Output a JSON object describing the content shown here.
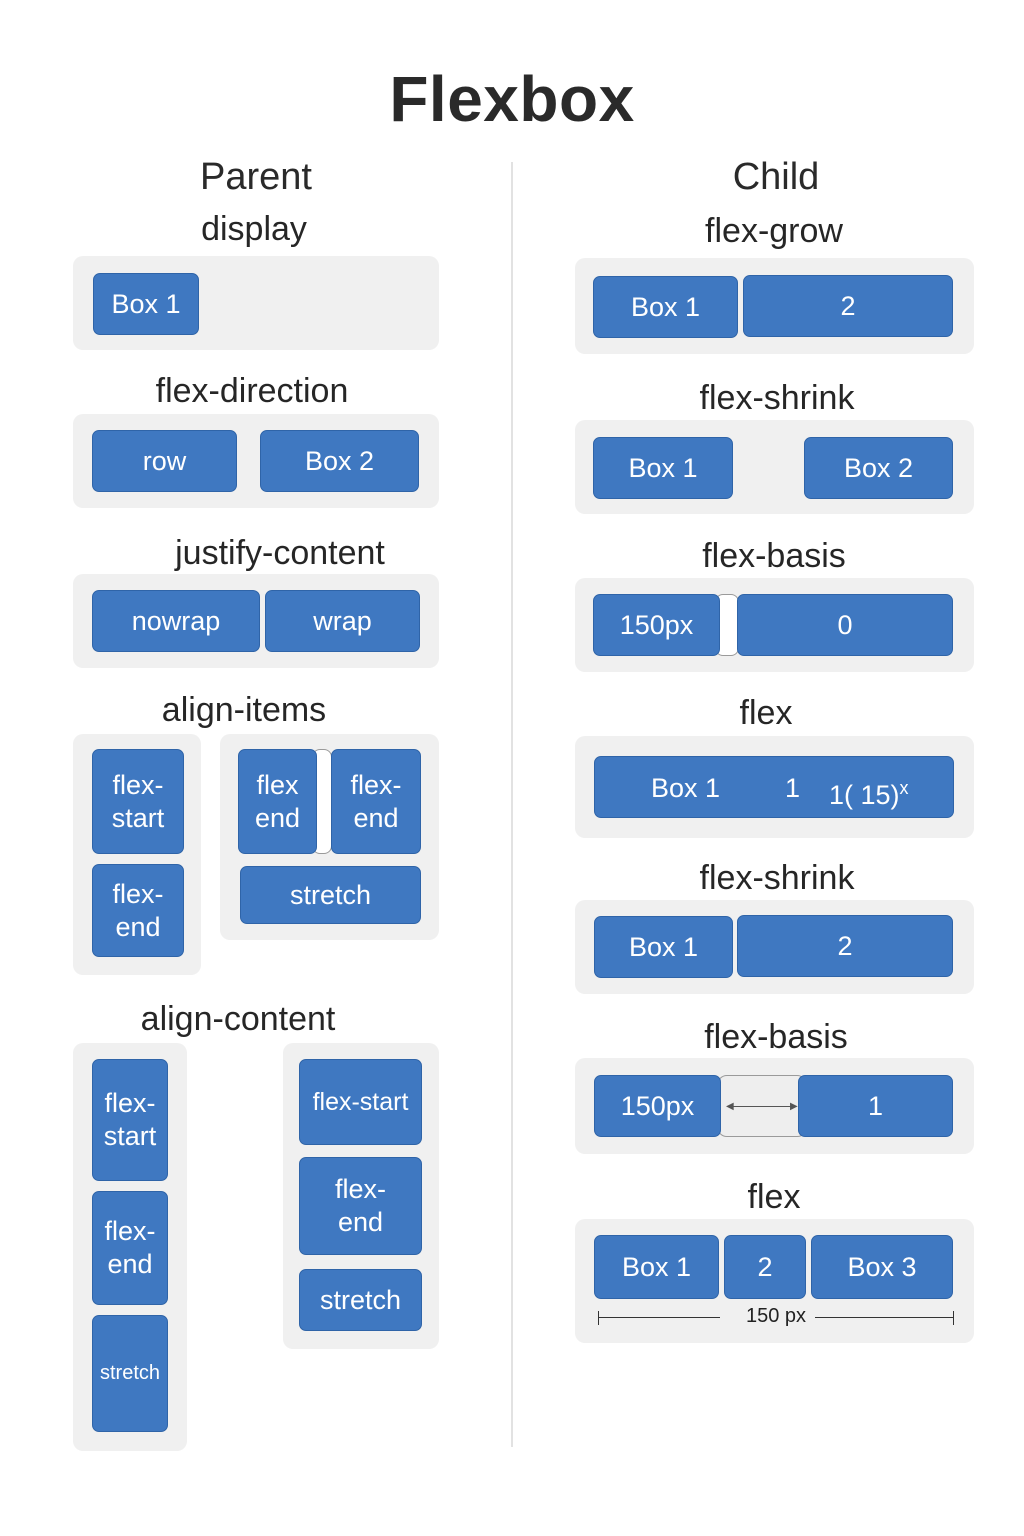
{
  "title": "Flexbox",
  "parent": {
    "heading": "Parent",
    "display": {
      "label": "display",
      "box": "Box 1"
    },
    "flex_direction": {
      "label": "flex-direction",
      "boxes": [
        "row",
        "Box 2"
      ]
    },
    "justify_content": {
      "label": "justify-content",
      "boxes": [
        "nowrap",
        "wrap"
      ]
    },
    "align_items": {
      "label": "align-items",
      "left_boxes": [
        "flex-\nstart",
        "flex-\nend"
      ],
      "right_boxes": [
        "flex\nend",
        "flex-\nend",
        "stretch"
      ]
    },
    "align_content": {
      "label": "align-content",
      "left_boxes": [
        "flex-\nstart",
        "flex-\nend",
        "stretch"
      ],
      "right_boxes": [
        "flex-start",
        "flex-\nend",
        "stretch"
      ]
    }
  },
  "child": {
    "heading": "Child",
    "flex_grow": {
      "label": "flex-grow",
      "boxes": [
        "Box 1",
        "2"
      ]
    },
    "flex_shrink_1": {
      "label": "flex-shrink",
      "boxes": [
        "Box 1",
        "Box 2"
      ]
    },
    "flex_basis_1": {
      "label": "flex-basis",
      "boxes": [
        "150px",
        "0"
      ]
    },
    "flex_1": {
      "label": "flex",
      "box_a": "Box 1",
      "box_b": "1",
      "box_c": "1( 15)",
      "box_c_sup": "x"
    },
    "flex_shrink_2": {
      "label": "flex-shrink",
      "boxes": [
        "Box 1",
        "2"
      ]
    },
    "flex_basis_2": {
      "label": "flex-basis",
      "boxes": [
        "150px",
        "1"
      ]
    },
    "flex_2": {
      "label": "flex",
      "boxes": [
        "Box 1",
        "2",
        "Box 3"
      ],
      "measure": "150 px"
    }
  },
  "colors": {
    "box": "#3f78c1",
    "panel": "#f0f0f0",
    "divider": "#e2e2e2"
  }
}
